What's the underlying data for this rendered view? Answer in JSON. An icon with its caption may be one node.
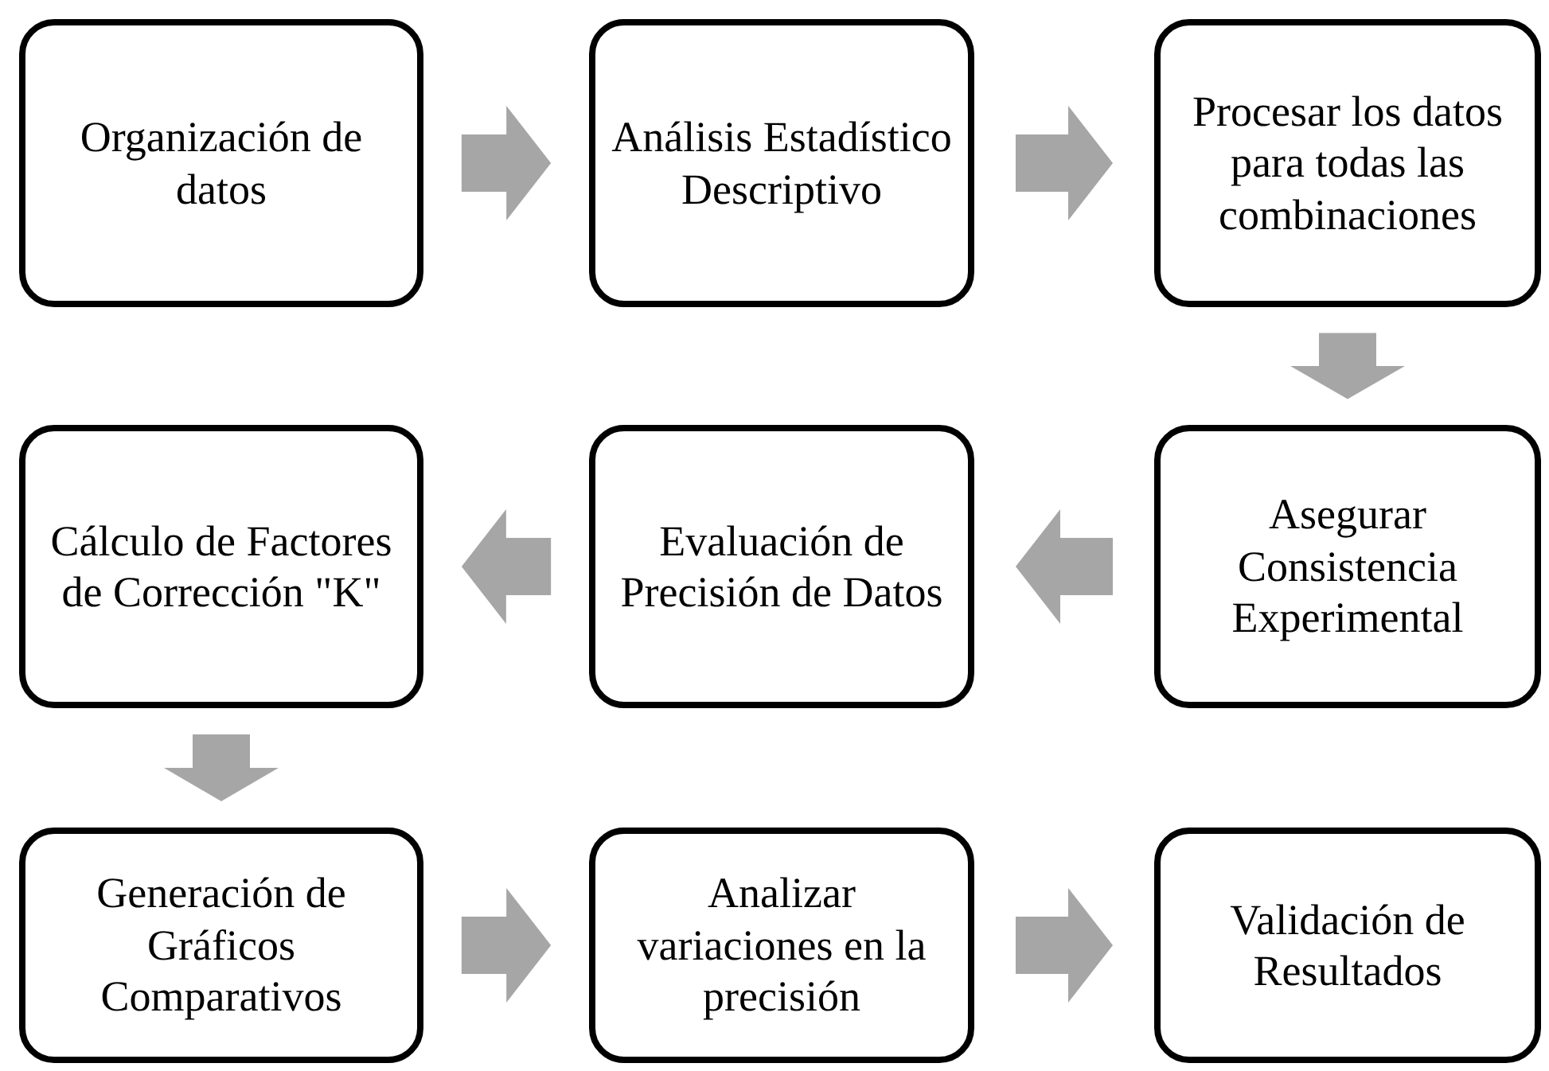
{
  "diagram": {
    "nodes": [
      {
        "text": [
          "Organización de datos"
        ]
      },
      {
        "text": [
          "Análisis Estadístico Descriptivo"
        ]
      },
      {
        "text": [
          "Procesar los datos para todas las combinaciones"
        ]
      },
      {
        "text": [
          "Asegurar Consistencia Experimental"
        ]
      },
      {
        "text": [
          "Evaluación de Precisión de Datos"
        ]
      },
      {
        "text": [
          "Cálculo de Factores de Corrección \"K\""
        ]
      },
      {
        "text": [
          "Generación de Gráficos Comparativos"
        ]
      },
      {
        "text": [
          "Analizar variaciones en la precisión"
        ]
      },
      {
        "text": [
          "Validación de Resultados"
        ]
      }
    ],
    "edges": [
      {
        "from": 0,
        "to": 1,
        "arrow": "to"
      },
      {
        "from": 1,
        "to": 2,
        "arrow": "to"
      },
      {
        "from": 2,
        "to": 3,
        "arrow": "to"
      },
      {
        "from": 3,
        "to": 4,
        "arrow": "to"
      },
      {
        "from": 4,
        "to": 5,
        "arrow": "to"
      },
      {
        "from": 5,
        "to": 6,
        "arrow": "to"
      },
      {
        "from": 6,
        "to": 7,
        "arrow": "to"
      },
      {
        "from": 7,
        "to": 8,
        "arrow": "to"
      }
    ]
  }
}
